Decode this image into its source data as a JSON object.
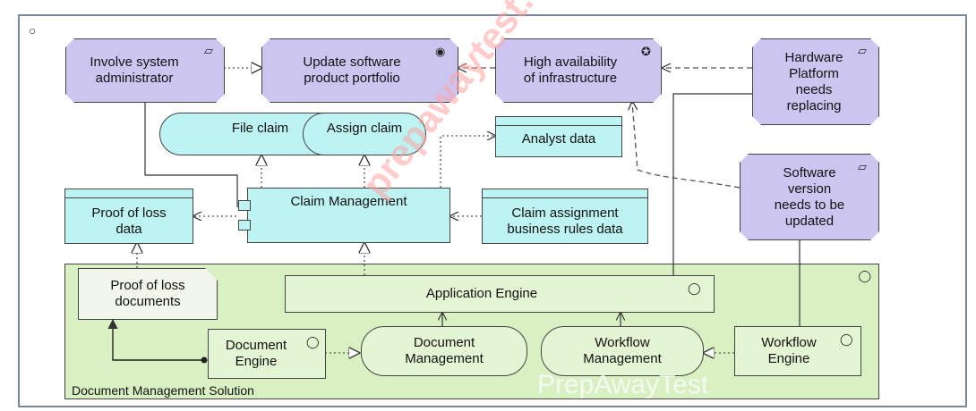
{
  "motivation": {
    "involve_admin": "Involve system\nadministrator",
    "update_portfolio": "Update software\nproduct portfolio",
    "high_availability": "High availability\nof infrastructure",
    "hardware_platform": "Hardware\nPlatform\nneeds\nreplacing",
    "software_version": "Software\nversion\nneeds to be\nupdated"
  },
  "services": {
    "file_claim": "File claim",
    "assign_claim": "Assign claim"
  },
  "data_objects": {
    "analyst_data": "Analyst data",
    "proof_of_loss_data": "Proof of loss\ndata",
    "claim_assignment": "Claim assignment\nbusiness rules data"
  },
  "components": {
    "claim_management": "Claim Management"
  },
  "solution": {
    "label": "Document Management Solution",
    "proof_docs": "Proof of loss\ndocuments",
    "application_engine": "Application Engine",
    "document_engine": "Document\nEngine",
    "document_management": "Document\nManagement",
    "workflow_management": "Workflow\nManagement",
    "workflow_engine": "Workflow\nEngine"
  },
  "watermarks": {
    "diagonal": "prepawaytest.com",
    "bottom": "PrepAwayTest"
  },
  "icons": {
    "corner_circle": "circle-icon",
    "requirement": "parallelogram-icon",
    "goal": "target-icon",
    "principle": "gear-icon",
    "system_software": "double-circle-icon"
  },
  "colors": {
    "motivation": "#ccc5f0",
    "application": "#bdf3f3",
    "technology": "#d8f0c2",
    "border": "#7a8795"
  }
}
